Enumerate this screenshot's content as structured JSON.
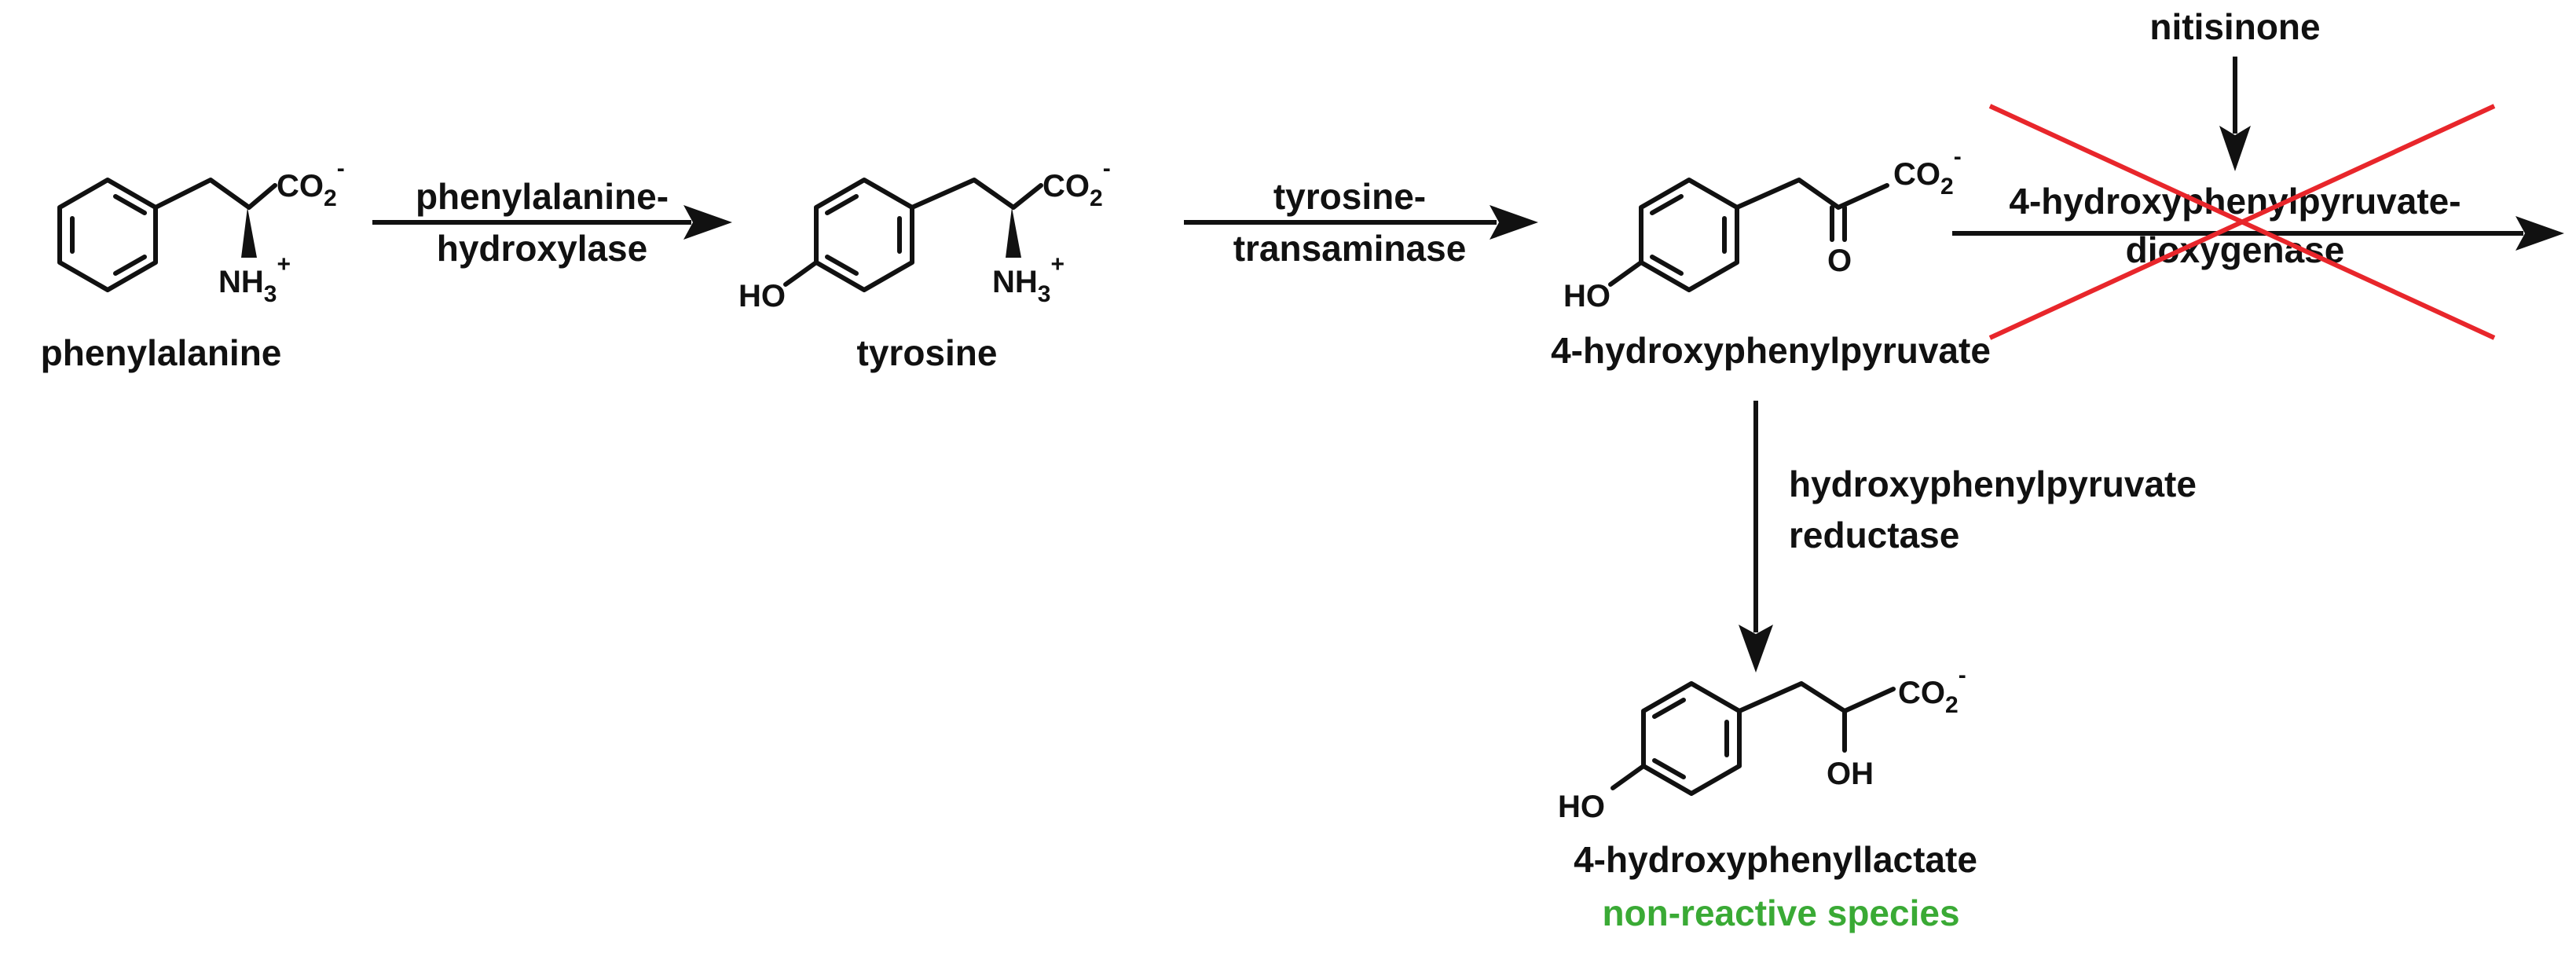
{
  "compounds": {
    "phenylalanine": "phenylalanine",
    "tyrosine": "tyrosine",
    "hpp": "4-hydroxyphenylpyruvate",
    "hpl": "4-hydroxyphenyllactate",
    "hpl_note": "non-reactive species"
  },
  "enzymes": {
    "pah_line1": "phenylalanine-",
    "pah_line2": "hydroxylase",
    "tat_line1": "tyrosine-",
    "tat_line2": "transaminase",
    "hppd_line1": "4-hydroxyphenylpyruvate-",
    "hppd_line2": "dioxygenase",
    "hppr_line1": "hydroxyphenylpyruvate",
    "hppr_line2": "reductase"
  },
  "inhibitor": "nitisinone",
  "atoms": {
    "co2": "CO",
    "co2_sub": "2",
    "co2_sup": "-",
    "nh3": "NH",
    "nh3_sub": "3",
    "nh3_sup": "+",
    "ho": "HO",
    "oh": "OH",
    "o": "O"
  },
  "colors": {
    "ink": "#111111",
    "block_cross": "#e8262b",
    "note_green": "#3aaa35"
  }
}
